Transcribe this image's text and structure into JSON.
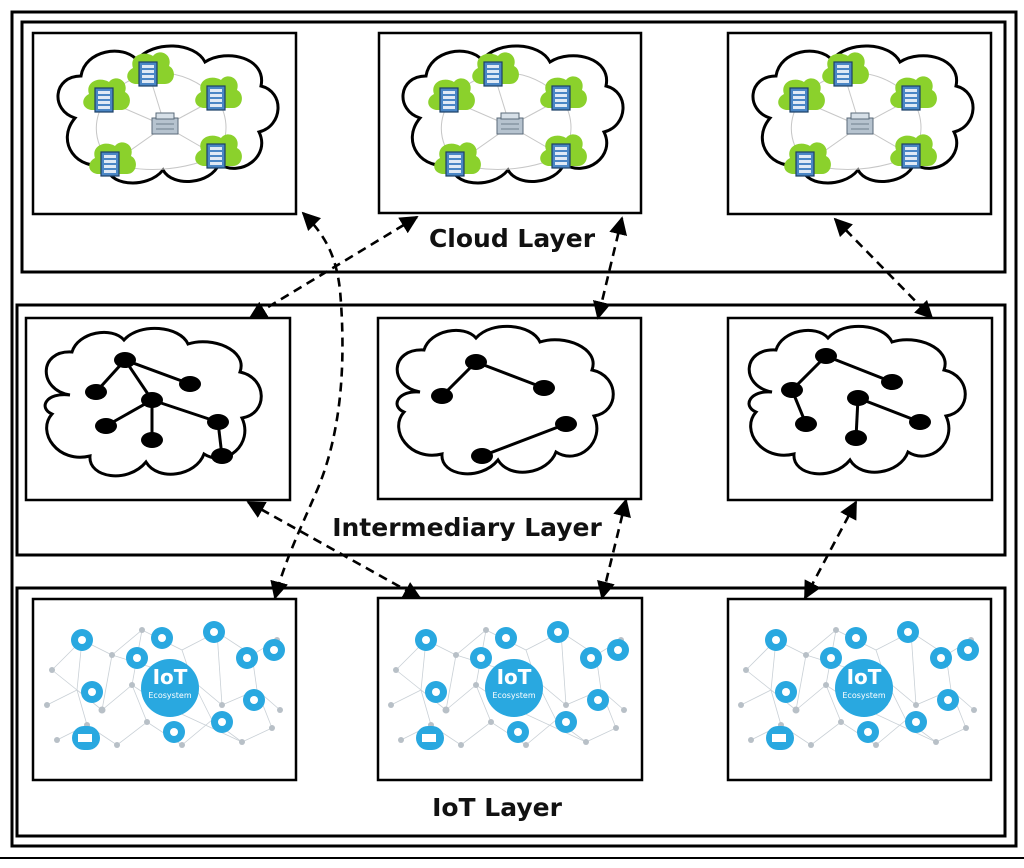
{
  "layers": {
    "cloud": {
      "label": "Cloud Layer"
    },
    "intermediary": {
      "label": "Intermediary Layer"
    },
    "iot": {
      "label": "IoT Layer"
    }
  },
  "iot_logo": {
    "title": "IoT",
    "subtitle": "Ecosystem"
  },
  "colors": {
    "iot_blue": "#29a8e0",
    "cloud_green": "#8bd12c",
    "server_blue": "#4a86c5",
    "line": "#000000"
  },
  "icons": [
    "cloud-server-cluster-icon",
    "node-tree-cloud-icon",
    "iot-ecosystem-icon"
  ]
}
